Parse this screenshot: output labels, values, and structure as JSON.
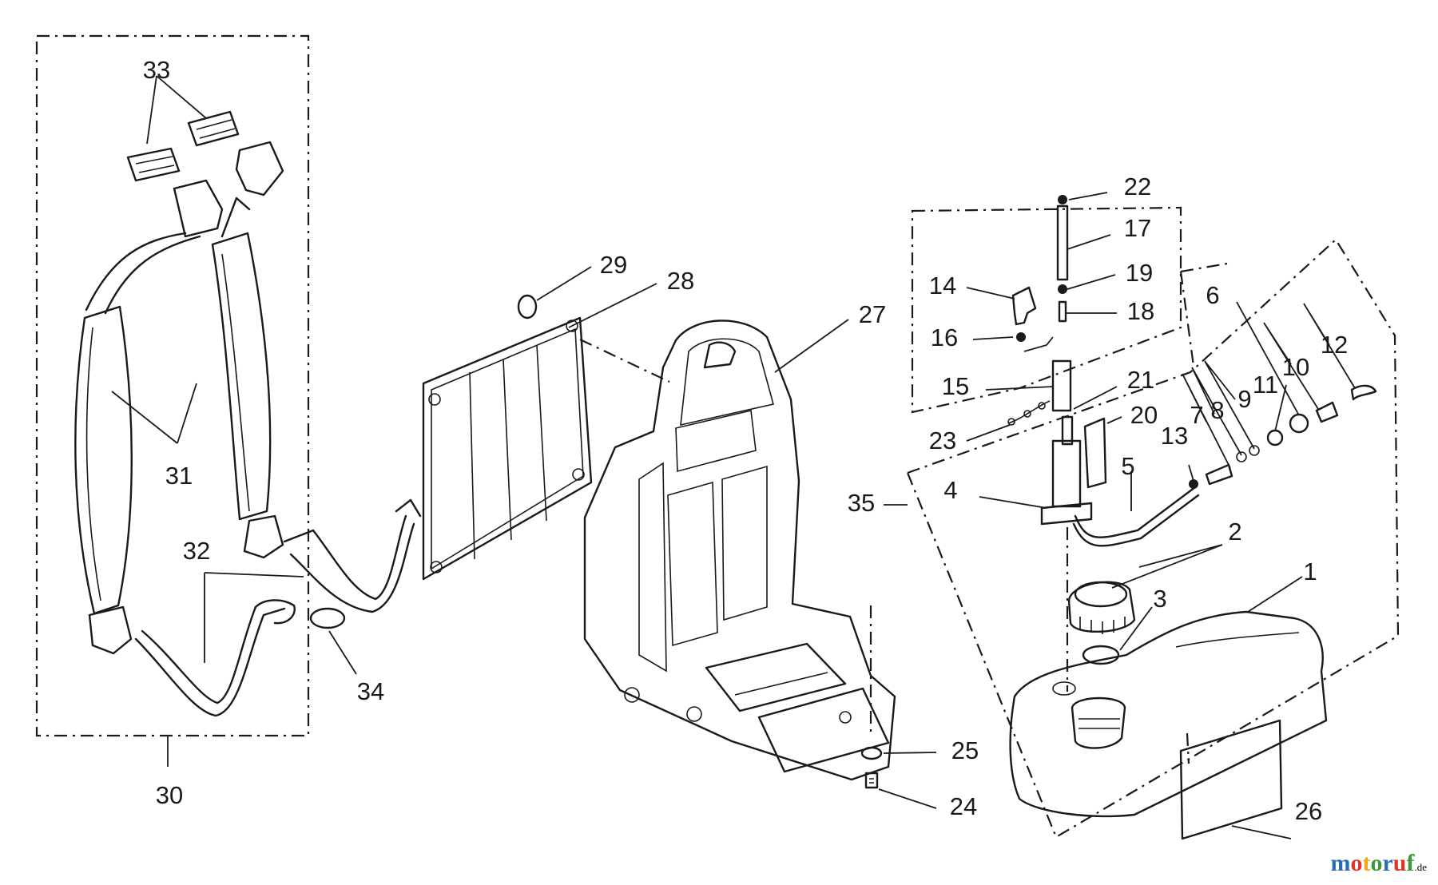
{
  "labels": {
    "l1": "1",
    "l2": "2",
    "l3": "3",
    "l4": "4",
    "l5": "5",
    "l6": "6",
    "l7": "7",
    "l8": "8",
    "l9": "9",
    "l10": "10",
    "l11": "11",
    "l12": "12",
    "l13": "13",
    "l14": "14",
    "l15": "15",
    "l16": "16",
    "l17": "17",
    "l18": "18",
    "l19": "19",
    "l20": "20",
    "l21": "21",
    "l22": "22",
    "l23": "23",
    "l24": "24",
    "l25": "25",
    "l26": "26",
    "l27": "27",
    "l28": "28",
    "l29": "29",
    "l30": "30",
    "l31": "31",
    "l32": "32",
    "l33": "33",
    "l34": "34",
    "l35": "35"
  },
  "watermark": {
    "text": "motoruf",
    "suffix": ".de",
    "colors": [
      "#2a6db5",
      "#e0342b",
      "#f2a81d",
      "#3a9a3a",
      "#2a6db5",
      "#e0342b",
      "#3a9a3a"
    ]
  }
}
